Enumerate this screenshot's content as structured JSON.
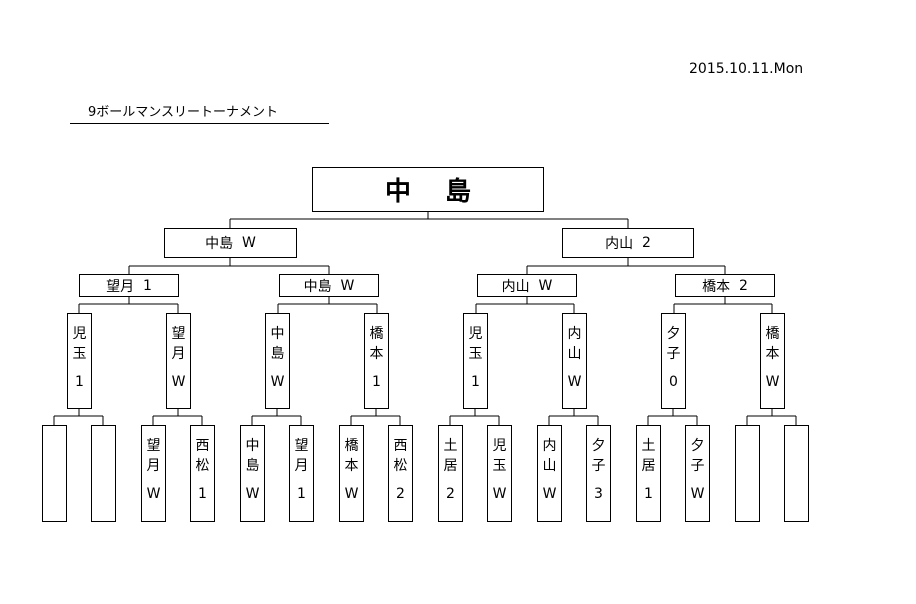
{
  "header": {
    "date": "2015.10.11.Mon",
    "title": "9ボールマンスリートーナメント"
  },
  "champion": "中島",
  "final": [
    {
      "name": "中島",
      "result": "W"
    },
    {
      "name": "内山",
      "result": "2"
    }
  ],
  "semifinal": [
    {
      "name": "望月",
      "result": "1"
    },
    {
      "name": "中島",
      "result": "W"
    },
    {
      "name": "内山",
      "result": "W"
    },
    {
      "name": "橋本",
      "result": "2"
    }
  ],
  "quarterfinal": [
    {
      "name": "児玉",
      "result": "1"
    },
    {
      "name": "望月",
      "result": "W"
    },
    {
      "name": "中島",
      "result": "W"
    },
    {
      "name": "橋本",
      "result": "1"
    },
    {
      "name": "児玉",
      "result": "1"
    },
    {
      "name": "内山",
      "result": "W"
    },
    {
      "name": "夕子",
      "result": "0"
    },
    {
      "name": "橋本",
      "result": "W"
    }
  ],
  "first_round": [
    {
      "name": "",
      "result": ""
    },
    {
      "name": "",
      "result": ""
    },
    {
      "name": "望月",
      "result": "W"
    },
    {
      "name": "西松",
      "result": "1"
    },
    {
      "name": "中島",
      "result": "W"
    },
    {
      "name": "望月",
      "result": "1"
    },
    {
      "name": "橋本",
      "result": "W"
    },
    {
      "name": "西松",
      "result": "2"
    },
    {
      "name": "土居",
      "result": "2"
    },
    {
      "name": "児玉",
      "result": "W"
    },
    {
      "name": "内山",
      "result": "W"
    },
    {
      "name": "夕子",
      "result": "3"
    },
    {
      "name": "土居",
      "result": "1"
    },
    {
      "name": "夕子",
      "result": "W"
    },
    {
      "name": "",
      "result": ""
    },
    {
      "name": "",
      "result": ""
    }
  ]
}
